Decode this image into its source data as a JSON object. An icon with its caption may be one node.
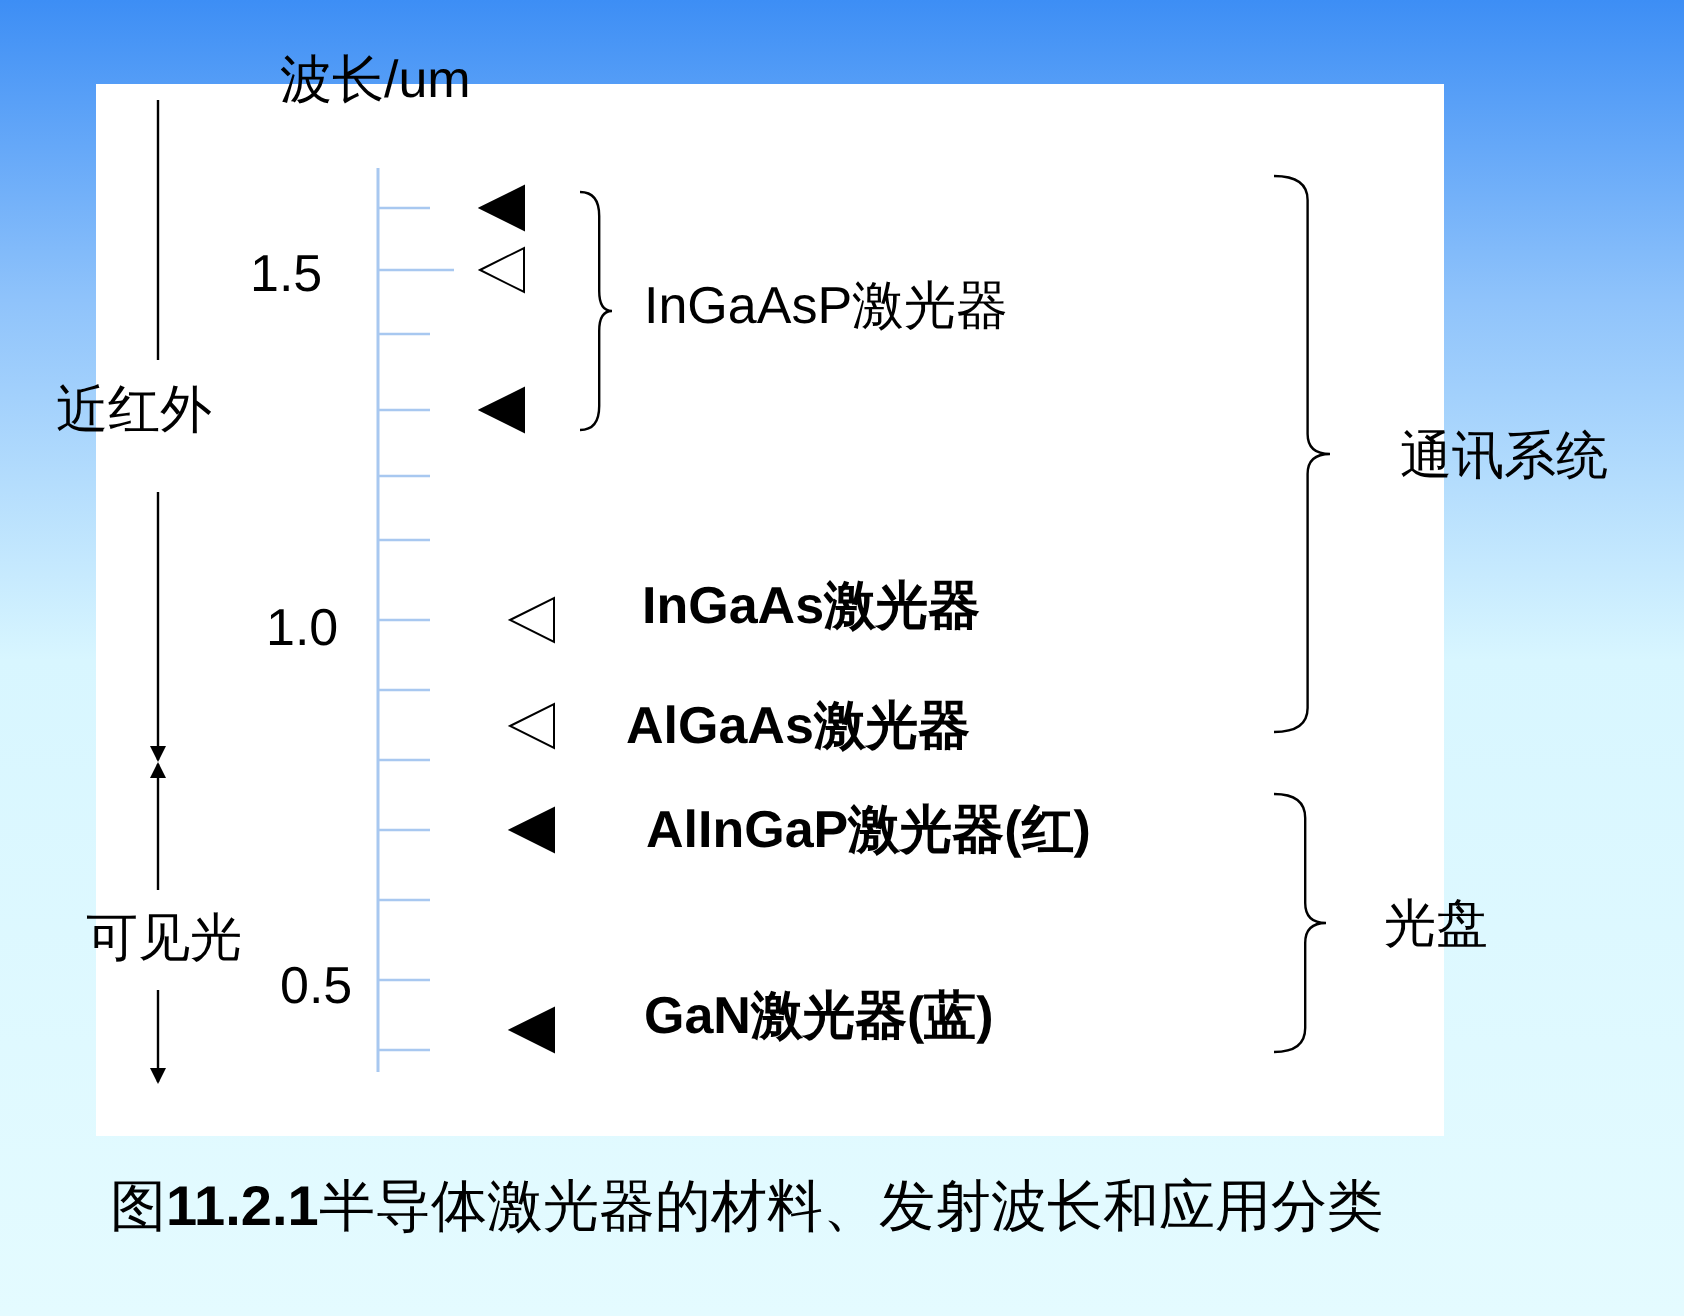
{
  "diagram": {
    "caption": "图**11.2.1**半导体激光器的材料、发射波长和应用分类",
    "labels": [
      "波长/um",
      "1.5",
      "InGaAsP激光器",
      "近红外",
      "通讯系统",
      "1.0",
      "InGaAs激光器",
      "AlGaAs激光器",
      "AlInGaP激光器(红)",
      "光盘",
      "可见光",
      "0.5",
      "GaN激光器(蓝)"
    ]
  }
}
